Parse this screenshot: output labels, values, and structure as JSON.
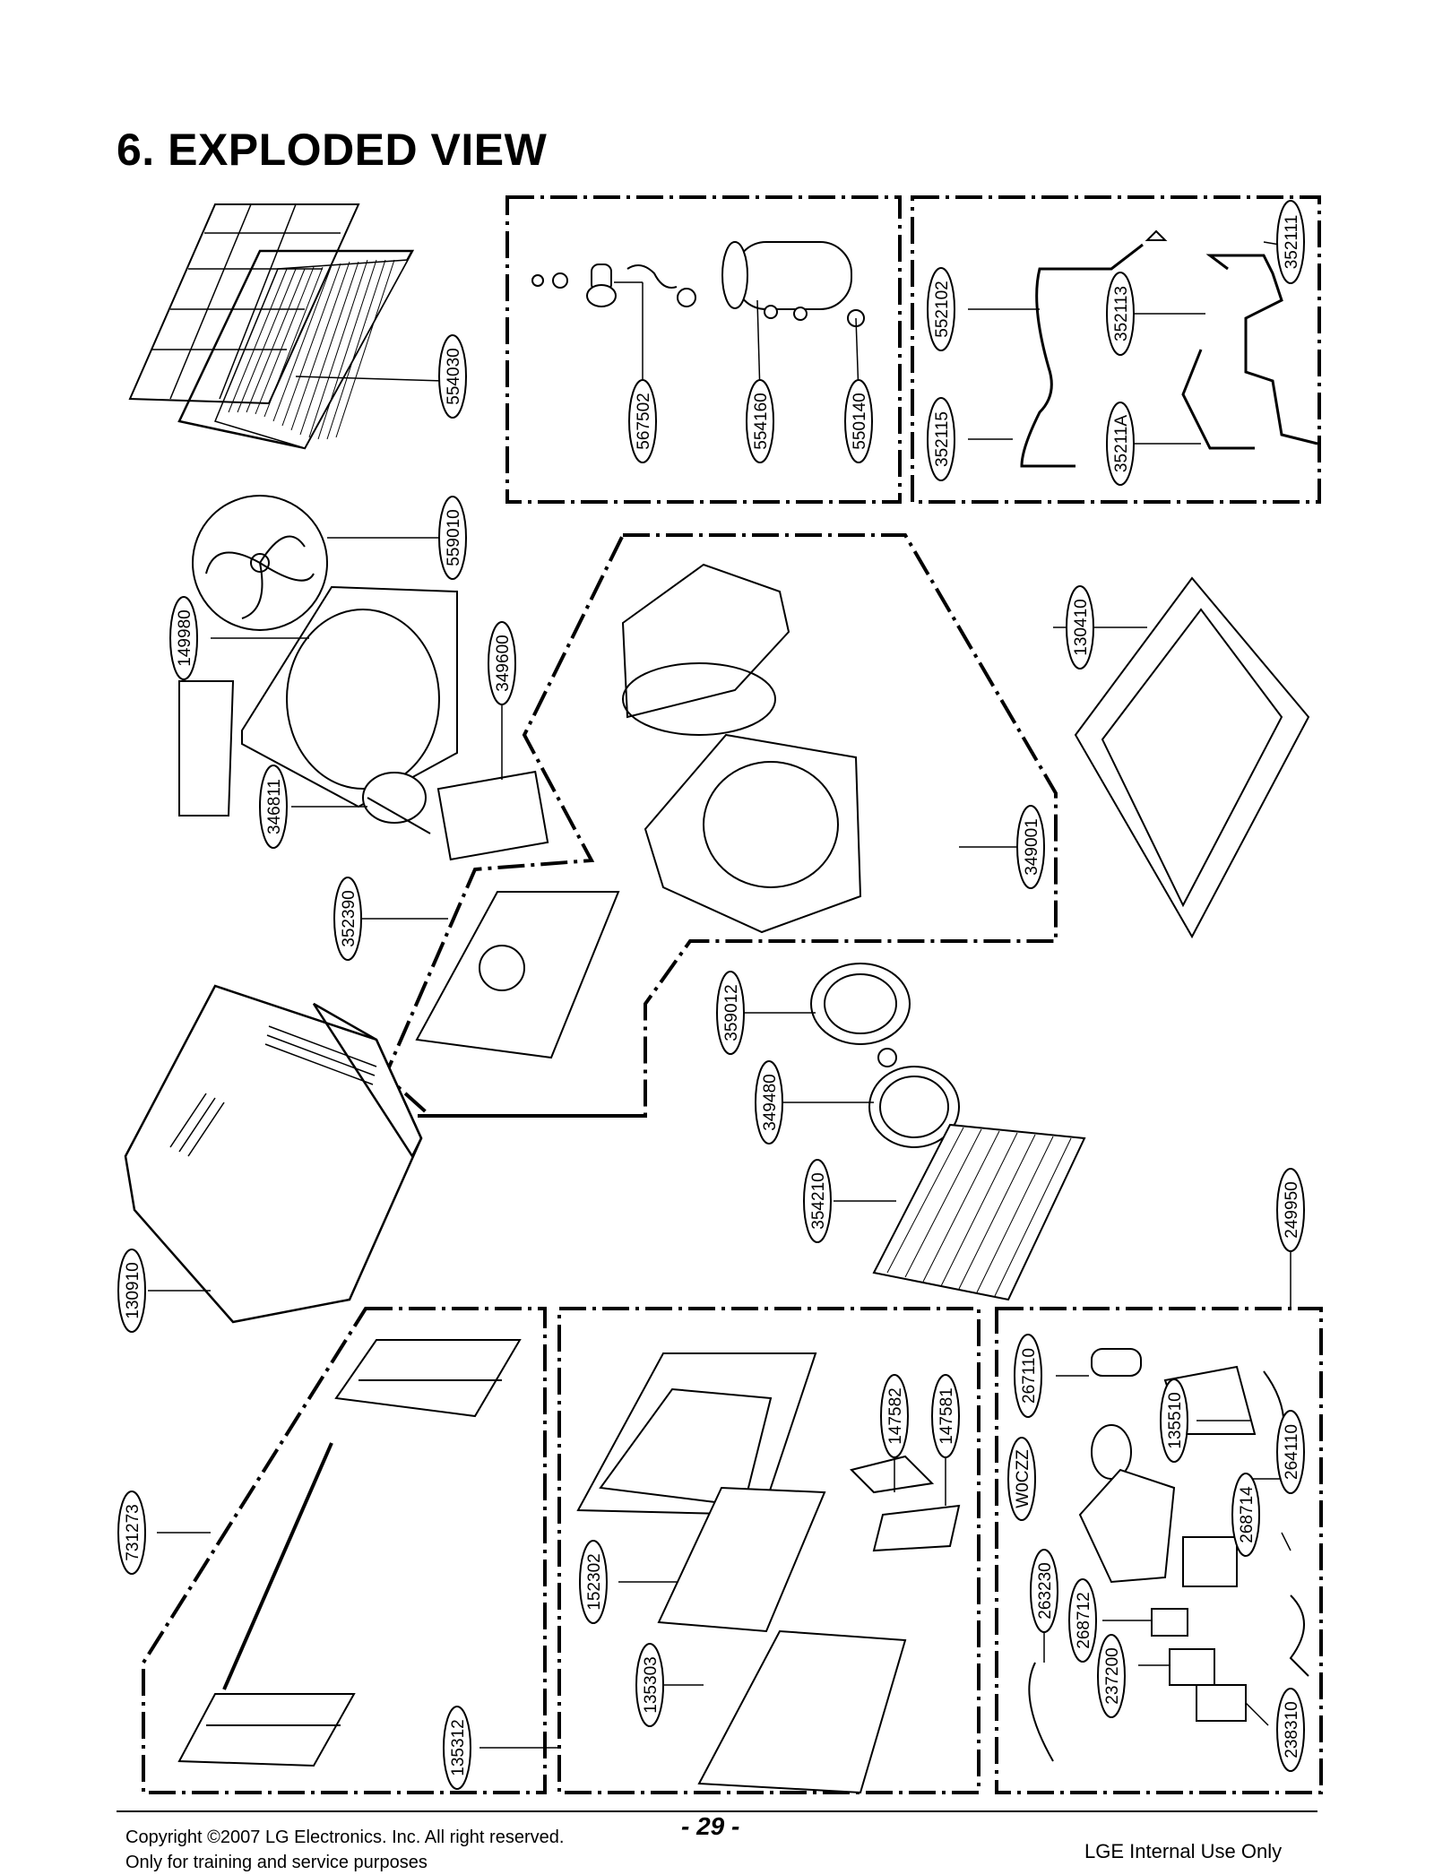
{
  "page": {
    "title": "6. EXPLODED VIEW"
  },
  "parts": [
    {
      "id": "part-554030",
      "code": "554030"
    },
    {
      "id": "part-567502",
      "code": "567502"
    },
    {
      "id": "part-554160",
      "code": "554160"
    },
    {
      "id": "part-550140",
      "code": "550140"
    },
    {
      "id": "part-552102",
      "code": "552102"
    },
    {
      "id": "part-352113",
      "code": "352113"
    },
    {
      "id": "part-352111",
      "code": "352111"
    },
    {
      "id": "part-352115",
      "code": "352115"
    },
    {
      "id": "part-35211A",
      "code": "35211A"
    },
    {
      "id": "part-559010",
      "code": "559010"
    },
    {
      "id": "part-149980",
      "code": "149980"
    },
    {
      "id": "part-349600",
      "code": "349600"
    },
    {
      "id": "part-346811",
      "code": "346811"
    },
    {
      "id": "part-130410",
      "code": "130410"
    },
    {
      "id": "part-349001",
      "code": "349001"
    },
    {
      "id": "part-352390",
      "code": "352390"
    },
    {
      "id": "part-359012",
      "code": "359012"
    },
    {
      "id": "part-349480",
      "code": "349480"
    },
    {
      "id": "part-354210",
      "code": "354210"
    },
    {
      "id": "part-249950",
      "code": "249950"
    },
    {
      "id": "part-130910",
      "code": "130910"
    },
    {
      "id": "part-147582",
      "code": "147582"
    },
    {
      "id": "part-147581",
      "code": "147581"
    },
    {
      "id": "part-267110",
      "code": "267110"
    },
    {
      "id": "part-135510",
      "code": "135510"
    },
    {
      "id": "part-W0CZZ",
      "code": "W0CZZ"
    },
    {
      "id": "part-264110",
      "code": "264110"
    },
    {
      "id": "part-268714",
      "code": "268714"
    },
    {
      "id": "part-731273",
      "code": "731273"
    },
    {
      "id": "part-152302",
      "code": "152302"
    },
    {
      "id": "part-263230",
      "code": "263230"
    },
    {
      "id": "part-268712",
      "code": "268712"
    },
    {
      "id": "part-135303",
      "code": "135303"
    },
    {
      "id": "part-237200",
      "code": "237200"
    },
    {
      "id": "part-135312",
      "code": "135312"
    },
    {
      "id": "part-238310",
      "code": "238310"
    }
  ],
  "footer": {
    "copyright_line1": "Copyright ©2007 LG Electronics. Inc. All right reserved.",
    "copyright_line2": "Only for training and service purposes",
    "page_number": "- 29 -",
    "internal_note": "LGE Internal Use Only"
  }
}
